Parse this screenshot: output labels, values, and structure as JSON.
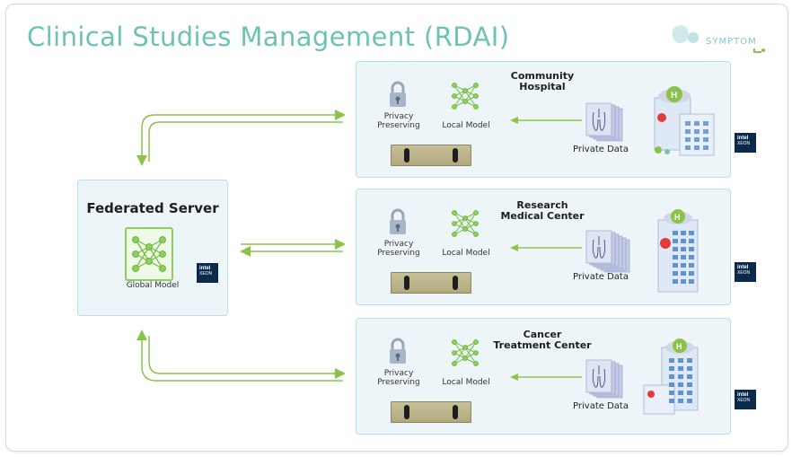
{
  "title": "Clinical Studies Management (RDAI)",
  "logo": {
    "text": "SYMPTOM"
  },
  "server": {
    "title": "Federated Server",
    "model_label": "Global Model",
    "intel_line1": "intel",
    "intel_line2": "XEON"
  },
  "colors": {
    "accent": "#6cc3b5",
    "arrow": "#8bc34a",
    "panel_bg": "#eef5f9",
    "panel_border": "#b9dfe8"
  },
  "sites": [
    {
      "name_line1": "Community",
      "name_line2": "Hospital",
      "privacy_line1": "Privacy",
      "privacy_line2": "Preserving",
      "local_model": "Local Model",
      "private_data": "Private Data",
      "intel_line1": "intel",
      "intel_line2": "XEON"
    },
    {
      "name_line1": "Research",
      "name_line2": "Medical Center",
      "privacy_line1": "Privacy",
      "privacy_line2": "Preserving",
      "local_model": "Local Model",
      "private_data": "Private Data",
      "intel_line1": "intel",
      "intel_line2": "XEON"
    },
    {
      "name_line1": "Cancer",
      "name_line2": "Treatment Center",
      "privacy_line1": "Privacy",
      "privacy_line2": "Preserving",
      "local_model": "Local Model",
      "private_data": "Private Data",
      "intel_line1": "intel",
      "intel_line2": "XEON"
    }
  ]
}
